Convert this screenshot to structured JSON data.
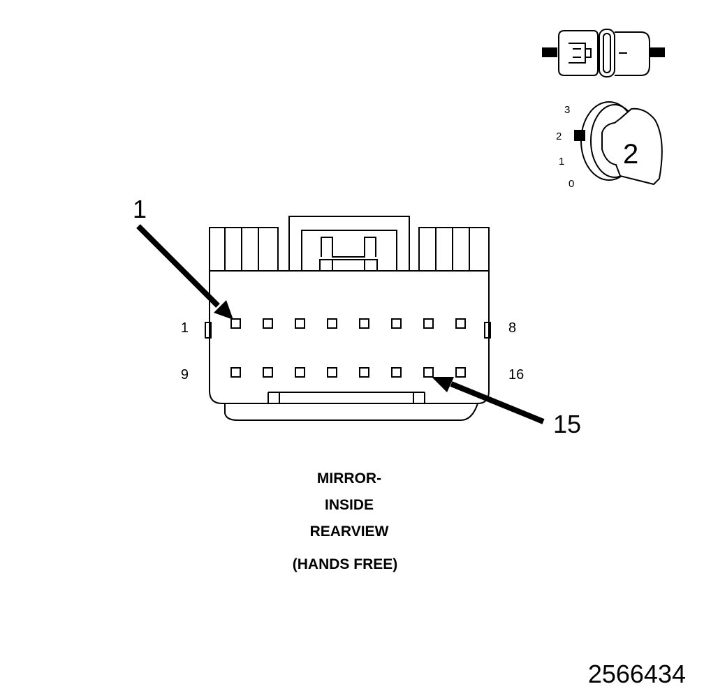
{
  "connector": {
    "pin_rows": [
      {
        "left_label": "1",
        "right_label": "8",
        "pin_count": 8
      },
      {
        "left_label": "9",
        "right_label": "16",
        "pin_count": 8
      }
    ],
    "callouts": [
      {
        "label": "1",
        "target_pin": 1
      },
      {
        "label": "15",
        "target_pin": 15
      }
    ]
  },
  "title_lines": [
    "MIRROR-",
    "INSIDE",
    "REARVIEW",
    "(HANDS FREE)"
  ],
  "lock_indicator": {
    "positions": [
      "3",
      "2",
      "1",
      "0"
    ],
    "selected": "2",
    "key_number": "2"
  },
  "figure_number": "2566434",
  "colors": {
    "line": "#000000",
    "background": "#ffffff"
  }
}
